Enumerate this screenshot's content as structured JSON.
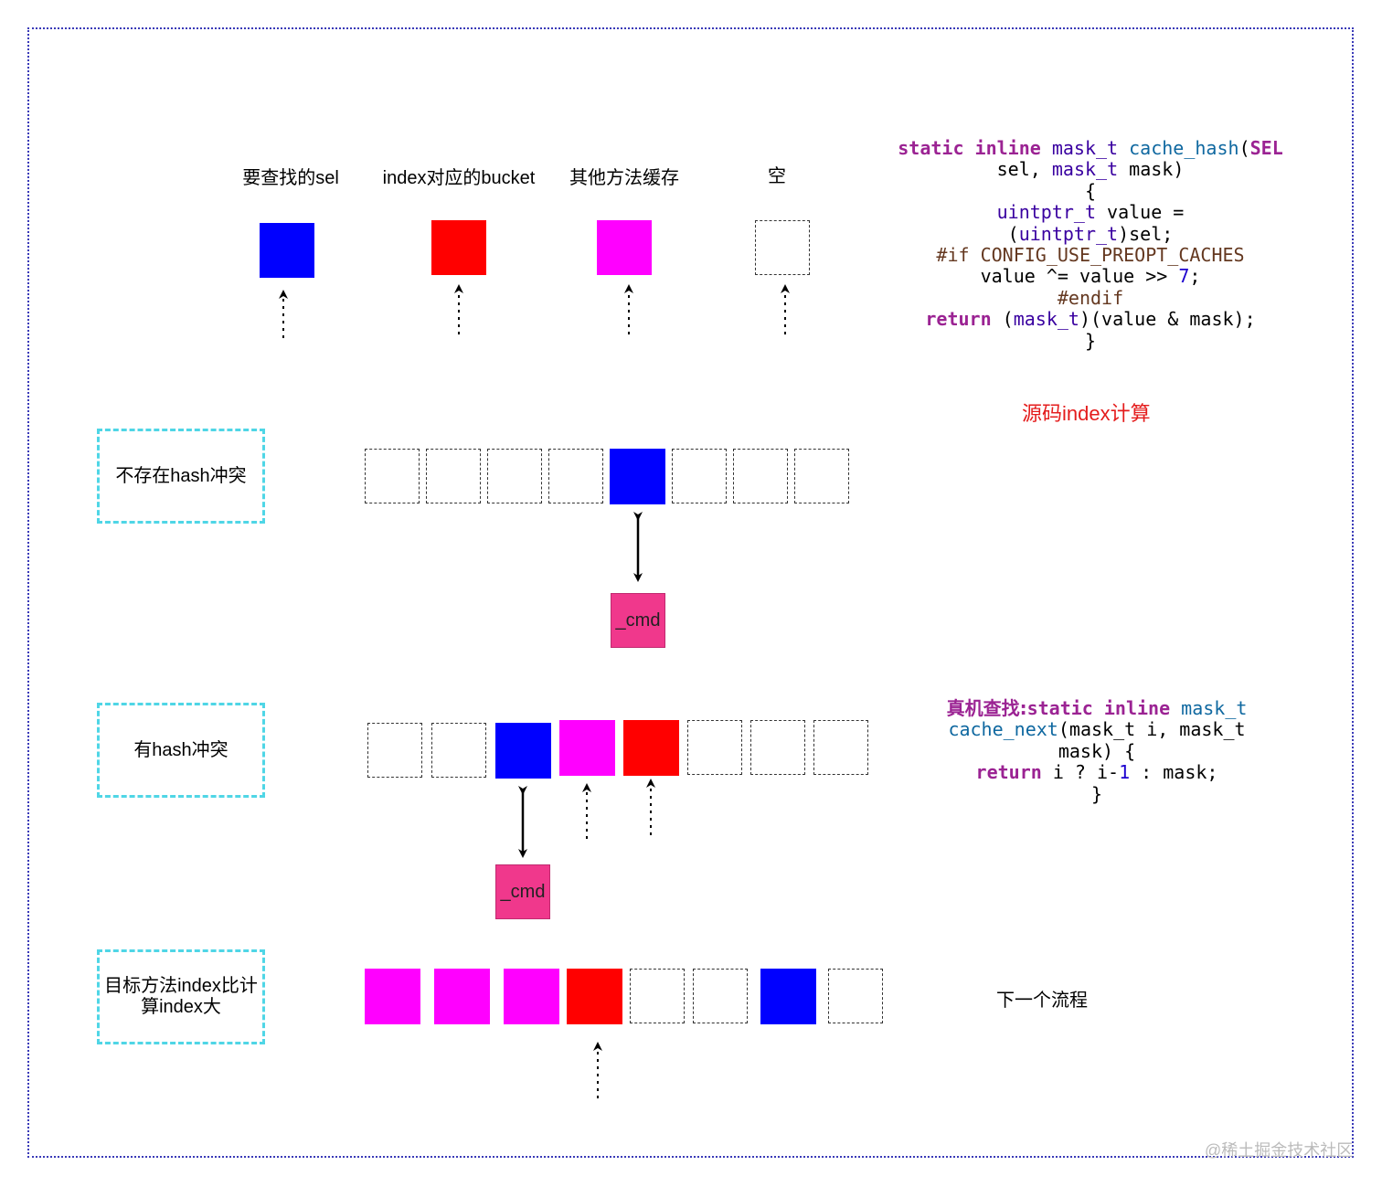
{
  "legend": {
    "target_sel": "要查找的sel",
    "index_bucket": "index对应的bucket",
    "other_cache": "其他方法缓存",
    "empty": "空"
  },
  "colors": {
    "target": "#0000ff",
    "index_bucket": "#ff0000",
    "other": "#ff00ff",
    "cmd": "#f0388c",
    "label_border": "#4fd6e6"
  },
  "code1": {
    "l1": {
      "kw1": "static",
      "kw2": "inline",
      "ty": "mask_t",
      "fn": "cache_hash",
      "p": "(",
      "kw3": "SEL"
    },
    "l2": {
      "a": "sel, ",
      "ty": "mask_t",
      "b": " mask)"
    },
    "l3": "{",
    "l4": {
      "ty": "uintptr_t",
      "b": " value ="
    },
    "l5": {
      "a": "(",
      "ty": "uintptr_t",
      "b": ")sel;"
    },
    "l6": {
      "pp": "#if CONFIG_USE_PREOPT_CACHES"
    },
    "l7": {
      "a": "value ^= value >> ",
      "num": "7",
      "b": ";"
    },
    "l8": {
      "pp": "#endif"
    },
    "l9": {
      "kw": "return",
      "a": " (",
      "ty": "mask_t",
      "b": ")(value & mask);"
    },
    "l10": "}"
  },
  "code1_caption": "源码index计算",
  "code2": {
    "l1": {
      "kw0": "真机查找:",
      "kw1": "static",
      "kw2": "inline",
      "ty": "mask_t"
    },
    "l2": {
      "fn": "cache_next",
      "a": "(mask_t i, mask_t"
    },
    "l3": "mask) {",
    "l4": {
      "kw": "return",
      "a": " i ? i-",
      "num": "1",
      "b": " : mask;"
    },
    "l5": "}"
  },
  "rows": {
    "no_conflict": "不存在hash冲突",
    "has_conflict": "有hash冲突",
    "index_larger": "目标方法index比计算index大"
  },
  "cmd_label": "_cmd",
  "next_step": "下一个流程",
  "watermark": "@稀土掘金技术社区"
}
